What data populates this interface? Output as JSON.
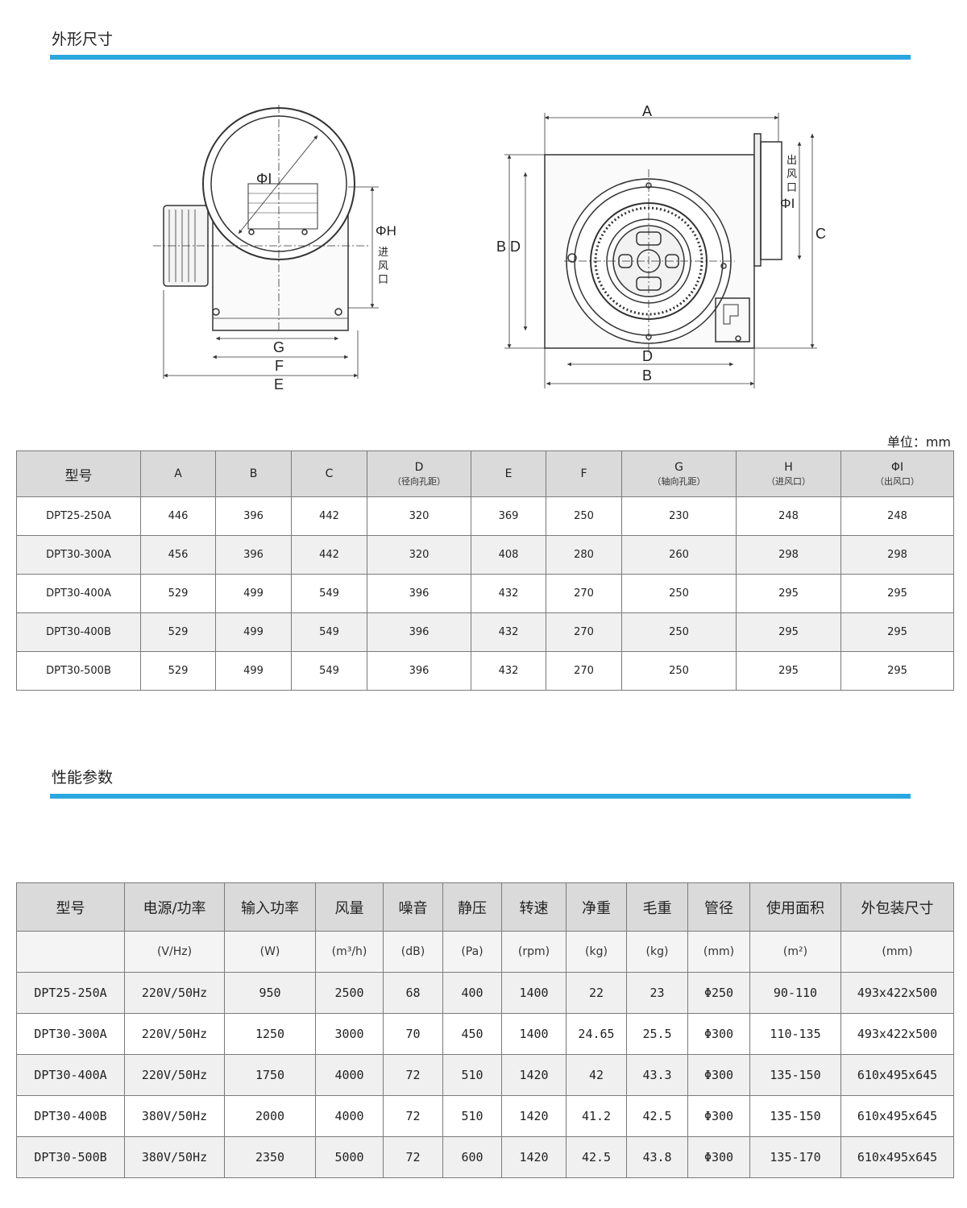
{
  "dimensions_section": {
    "title": "外形尺寸"
  },
  "drawing_labels": {
    "front": {
      "phi_i": "ΦI",
      "phi_h": "ΦH",
      "inlet": [
        "进",
        "风",
        "口"
      ],
      "g": "G",
      "f": "F",
      "e": "E"
    },
    "side": {
      "a": "A",
      "bd": "B D",
      "outlet": [
        "出",
        "风",
        "口"
      ],
      "phi_i": "ΦI",
      "c": "C",
      "d": "D",
      "b": "B"
    }
  },
  "unit_label": "单位：mm",
  "dimension_table": {
    "headers": [
      {
        "main": "型号",
        "sub": ""
      },
      {
        "main": "A",
        "sub": ""
      },
      {
        "main": "B",
        "sub": ""
      },
      {
        "main": "C",
        "sub": ""
      },
      {
        "main": "D",
        "sub": "（径向孔距）"
      },
      {
        "main": "E",
        "sub": ""
      },
      {
        "main": "F",
        "sub": ""
      },
      {
        "main": "G",
        "sub": "（轴向孔距）"
      },
      {
        "main": "H",
        "sub": "（进风口）"
      },
      {
        "main": "ΦI",
        "sub": "（出风口）"
      }
    ],
    "rows": [
      [
        "DPT25-250A",
        "446",
        "396",
        "442",
        "320",
        "369",
        "250",
        "230",
        "248",
        "248"
      ],
      [
        "DPT30-300A",
        "456",
        "396",
        "442",
        "320",
        "408",
        "280",
        "260",
        "298",
        "298"
      ],
      [
        "DPT30-400A",
        "529",
        "499",
        "549",
        "396",
        "432",
        "270",
        "250",
        "295",
        "295"
      ],
      [
        "DPT30-400B",
        "529",
        "499",
        "549",
        "396",
        "432",
        "270",
        "250",
        "295",
        "295"
      ],
      [
        "DPT30-500B",
        "529",
        "499",
        "549",
        "396",
        "432",
        "270",
        "250",
        "295",
        "295"
      ]
    ]
  },
  "performance_section": {
    "title": "性能参数"
  },
  "performance_table": {
    "headers": [
      "型号",
      "电源/功率",
      "输入功率",
      "风量",
      "噪音",
      "静压",
      "转速",
      "净重",
      "毛重",
      "管径",
      "使用面积",
      "外包装尺寸"
    ],
    "units": [
      "",
      "(V/Hz)",
      "(W)",
      "(m³/h)",
      "(dB)",
      "(Pa)",
      "(rpm)",
      "(kg)",
      "(kg)",
      "(mm)",
      "(m²)",
      "(mm)"
    ],
    "rows": [
      [
        "DPT25-250A",
        "220V/50Hz",
        "950",
        "2500",
        "68",
        "400",
        "1400",
        "22",
        "23",
        "Φ250",
        "90-110",
        "493x422x500"
      ],
      [
        "DPT30-300A",
        "220V/50Hz",
        "1250",
        "3000",
        "70",
        "450",
        "1400",
        "24.65",
        "25.5",
        "Φ300",
        "110-135",
        "493x422x500"
      ],
      [
        "DPT30-400A",
        "220V/50Hz",
        "1750",
        "4000",
        "72",
        "510",
        "1420",
        "42",
        "43.3",
        "Φ300",
        "135-150",
        "610x495x645"
      ],
      [
        "DPT30-400B",
        "380V/50Hz",
        "2000",
        "4000",
        "72",
        "510",
        "1420",
        "41.2",
        "42.5",
        "Φ300",
        "135-150",
        "610x495x645"
      ],
      [
        "DPT30-500B",
        "380V/50Hz",
        "2350",
        "5000",
        "72",
        "600",
        "1420",
        "42.5",
        "43.8",
        "Φ300",
        "135-170",
        "610x495x645"
      ]
    ]
  }
}
